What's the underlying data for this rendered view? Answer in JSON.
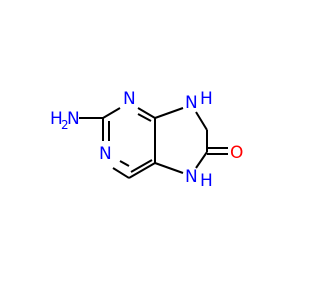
{
  "molecule": {
    "atoms": [
      {
        "id": "amine_n",
        "symbol": "N",
        "hydrogens": "H",
        "h_count": "2",
        "color": "#0000FF"
      },
      {
        "id": "n3",
        "symbol": "N",
        "color": "#0000FF"
      },
      {
        "id": "n1",
        "symbol": "N",
        "color": "#0000FF"
      },
      {
        "id": "n9",
        "symbol": "N",
        "hydrogens": "H",
        "color": "#0000FF"
      },
      {
        "id": "n7",
        "symbol": "N",
        "hydrogens": "H",
        "color": "#0000FF"
      },
      {
        "id": "o8",
        "symbol": "O",
        "color": "#FF0000"
      }
    ],
    "bond_color": "#000000"
  }
}
